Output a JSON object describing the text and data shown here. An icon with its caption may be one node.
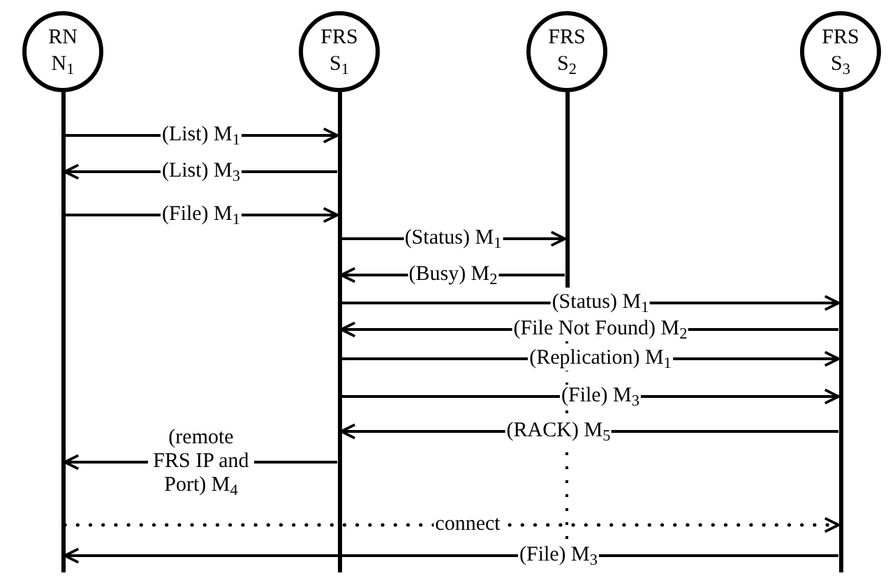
{
  "diagram": {
    "nodes": [
      {
        "text": [
          "RN N$_{1}$"
        ]
      },
      {
        "text": [
          "FRS S$_{1}$"
        ]
      },
      {
        "text": [
          "FRS S$_{2}$"
        ]
      },
      {
        "text": [
          "FRS S$_{3}$"
        ]
      },
      {
        "text": [],
        "shape": "bar"
      },
      {
        "text": [],
        "shape": "bar"
      },
      {
        "text": [],
        "shape": "bar"
      },
      {
        "text": [],
        "shape": "bar"
      }
    ],
    "edges": [
      {
        "from": 4,
        "to": 5,
        "arrow": "to",
        "label": "(List) M$_{1}$"
      },
      {
        "from": 5,
        "to": 4,
        "arrow": "to",
        "label": "(List) M$_{3}$"
      },
      {
        "from": 4,
        "to": 5,
        "arrow": "to",
        "label": "(File) M$_{1}$"
      },
      {
        "from": 5,
        "to": 6,
        "arrow": "to",
        "label": "(Status) M$_{1}$"
      },
      {
        "from": 6,
        "to": 5,
        "arrow": "to",
        "label": "(Busy) M$_{2}$"
      },
      {
        "from": 5,
        "to": 7,
        "arrow": "to",
        "label": "(Status) M$_{1}$"
      },
      {
        "from": 7,
        "to": 5,
        "arrow": "to",
        "label": "(File Not Found) M$_{2}$"
      },
      {
        "from": 5,
        "to": 7,
        "arrow": "to",
        "label": "(Replication) M$_{1}$"
      },
      {
        "from": 5,
        "to": 7,
        "arrow": "to",
        "label": "(File) M$_{3}$"
      },
      {
        "from": 7,
        "to": 5,
        "arrow": "to",
        "label": "(RACK) M$_{5}$"
      },
      {
        "from": 5,
        "to": 4,
        "arrow": "to",
        "label": "(remote FRS IP and Port) M$_{4}$"
      },
      {
        "from": 4,
        "to": 7,
        "arrow": "to",
        "label": "connect",
        "style": "dashed"
      },
      {
        "from": 7,
        "to": 4,
        "arrow": "to",
        "label": "(File) M$_{3}$"
      }
    ]
  }
}
